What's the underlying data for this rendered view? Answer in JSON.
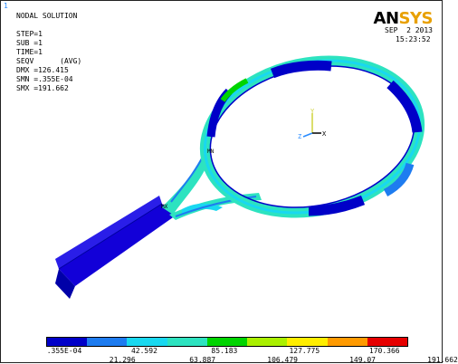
{
  "viewport": {
    "window_number": "1"
  },
  "header": {
    "title": "NODAL SOLUTION",
    "lines": [
      "STEP=1",
      "SUB =1",
      "TIME=1",
      "SEQV      (AVG)",
      "DMX =126.415",
      "SMN =.355E-04",
      "SMX =191.662"
    ]
  },
  "logo": {
    "text_a": "AN",
    "text_b": "SYS"
  },
  "datetime": {
    "date": "SEP  2 2013",
    "time": "15:23:52"
  },
  "markers": {
    "mn": "MN",
    "mx": "MX"
  },
  "triad": {
    "x": "X",
    "y": "Y",
    "z": "Z"
  },
  "legend": {
    "colors": [
      "#0000c8",
      "#1e7cf0",
      "#19d8f0",
      "#2de3c0",
      "#00d400",
      "#aaf000",
      "#ffee00",
      "#ff9a00",
      "#e60000"
    ],
    "labels_top": [
      ".355E-04",
      "42.592",
      "85.183",
      "127.775",
      "170.366"
    ],
    "labels_bottom": [
      "21.296",
      "63.887",
      "106.479",
      "149.07",
      "191.662"
    ]
  }
}
